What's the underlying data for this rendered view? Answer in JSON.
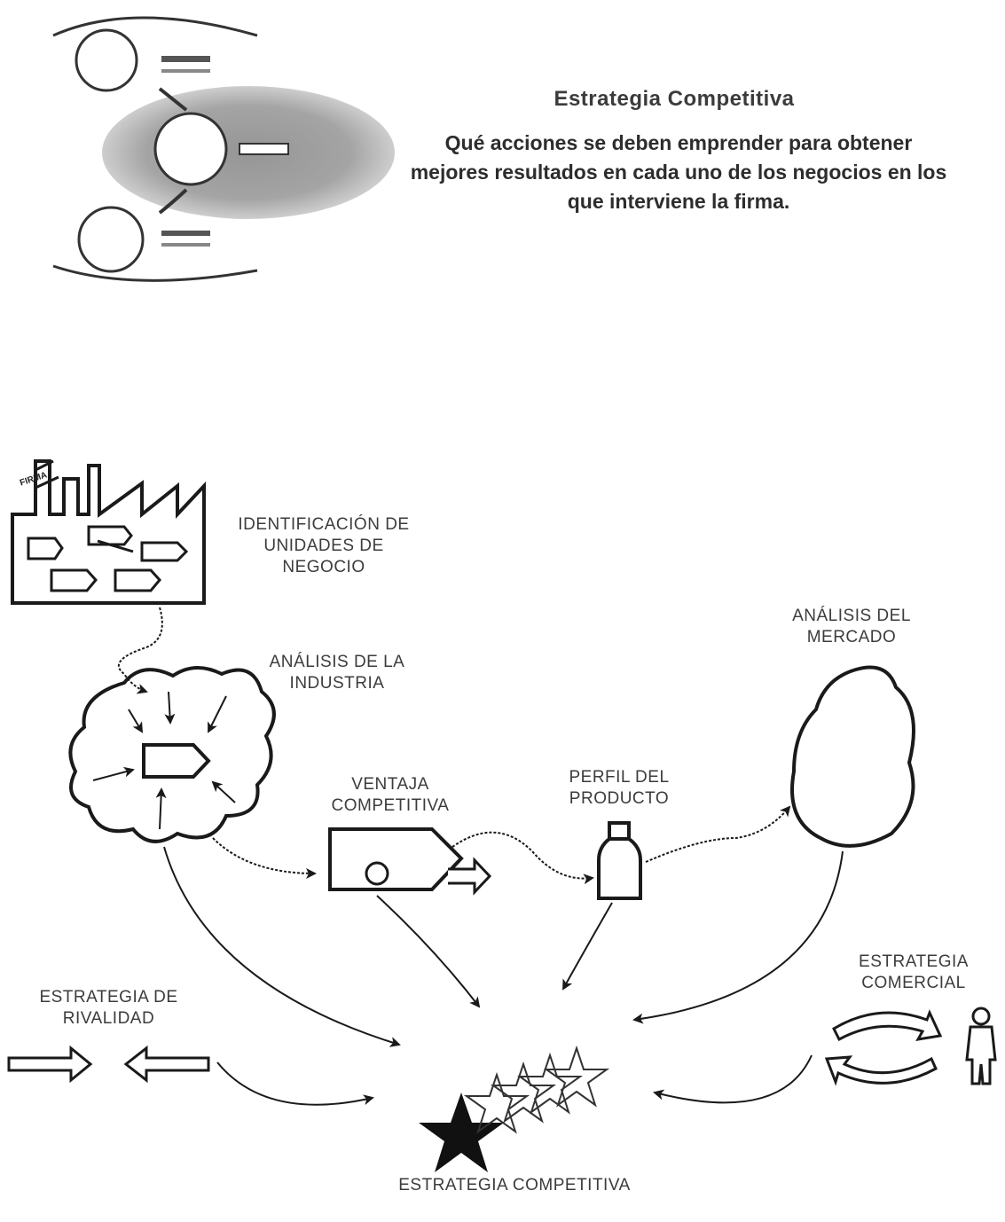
{
  "header": {
    "title": "Estrategia Competitiva",
    "description": "Qué acciones se deben emprender para obtener mejores resultados en cada uno de los negocios en los que interviene la firma."
  },
  "diagram": {
    "firma_label": "FIRMA",
    "identificacion": "IDENTIFICACIÓN DE UNIDADES DE NEGOCIO",
    "analisis_industria": "ANÁLISIS DE LA INDUSTRIA",
    "ventaja_competitiva": "VENTAJA COMPETITIVA",
    "perfil_producto": "PERFIL DEL PRODUCTO",
    "analisis_mercado": "ANÁLISIS DEL MERCADO",
    "estrategia_rivalidad": "ESTRATEGIA DE RIVALIDAD",
    "estrategia_comercial": "ESTRATEGIA COMERCIAL",
    "estrategia_competitiva": "ESTRATEGIA COMPETITIVA"
  }
}
